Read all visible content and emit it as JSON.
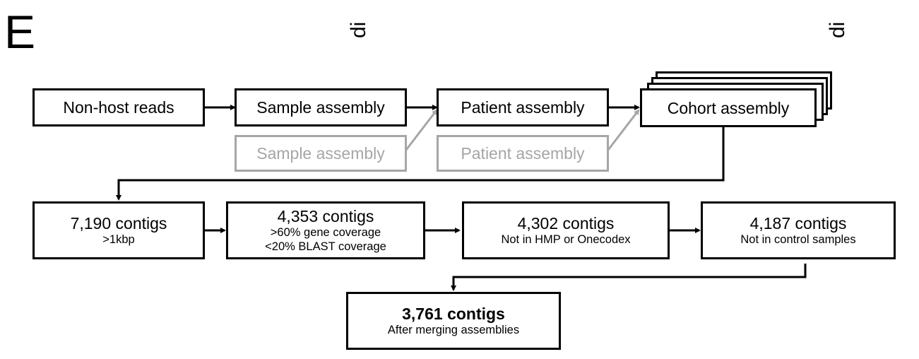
{
  "panel_letter": "E",
  "clipped_labels": {
    "left": "di",
    "right": "di"
  },
  "pipeline": {
    "row1": [
      {
        "id": "non-host-reads",
        "label": "Non-host reads"
      },
      {
        "id": "sample-assembly",
        "label": "Sample assembly"
      },
      {
        "id": "patient-assembly",
        "label": "Patient assembly"
      },
      {
        "id": "cohort-assembly",
        "label": "Cohort assembly"
      }
    ],
    "row1_secondary": [
      {
        "id": "sample-assembly-secondary",
        "label": "Sample assembly"
      },
      {
        "id": "patient-assembly-secondary",
        "label": "Patient assembly"
      }
    ],
    "row2": [
      {
        "id": "contigs-7190",
        "title": "7,190 contigs",
        "lines": [
          ">1kbp"
        ]
      },
      {
        "id": "contigs-4353",
        "title": "4,353 contigs",
        "lines": [
          ">60% gene coverage",
          "<20% BLAST coverage"
        ]
      },
      {
        "id": "contigs-4302",
        "title": "4,302 contigs",
        "lines": [
          "Not in HMP or Onecodex"
        ]
      },
      {
        "id": "contigs-4187",
        "title": "4,187 contigs",
        "lines": [
          "Not in control samples"
        ]
      }
    ],
    "final": {
      "id": "contigs-3761",
      "title": "3,761 contigs",
      "lines": [
        "After merging assemblies"
      ]
    }
  },
  "colors": {
    "primary": "#000000",
    "secondary": "#a6a6a6"
  }
}
